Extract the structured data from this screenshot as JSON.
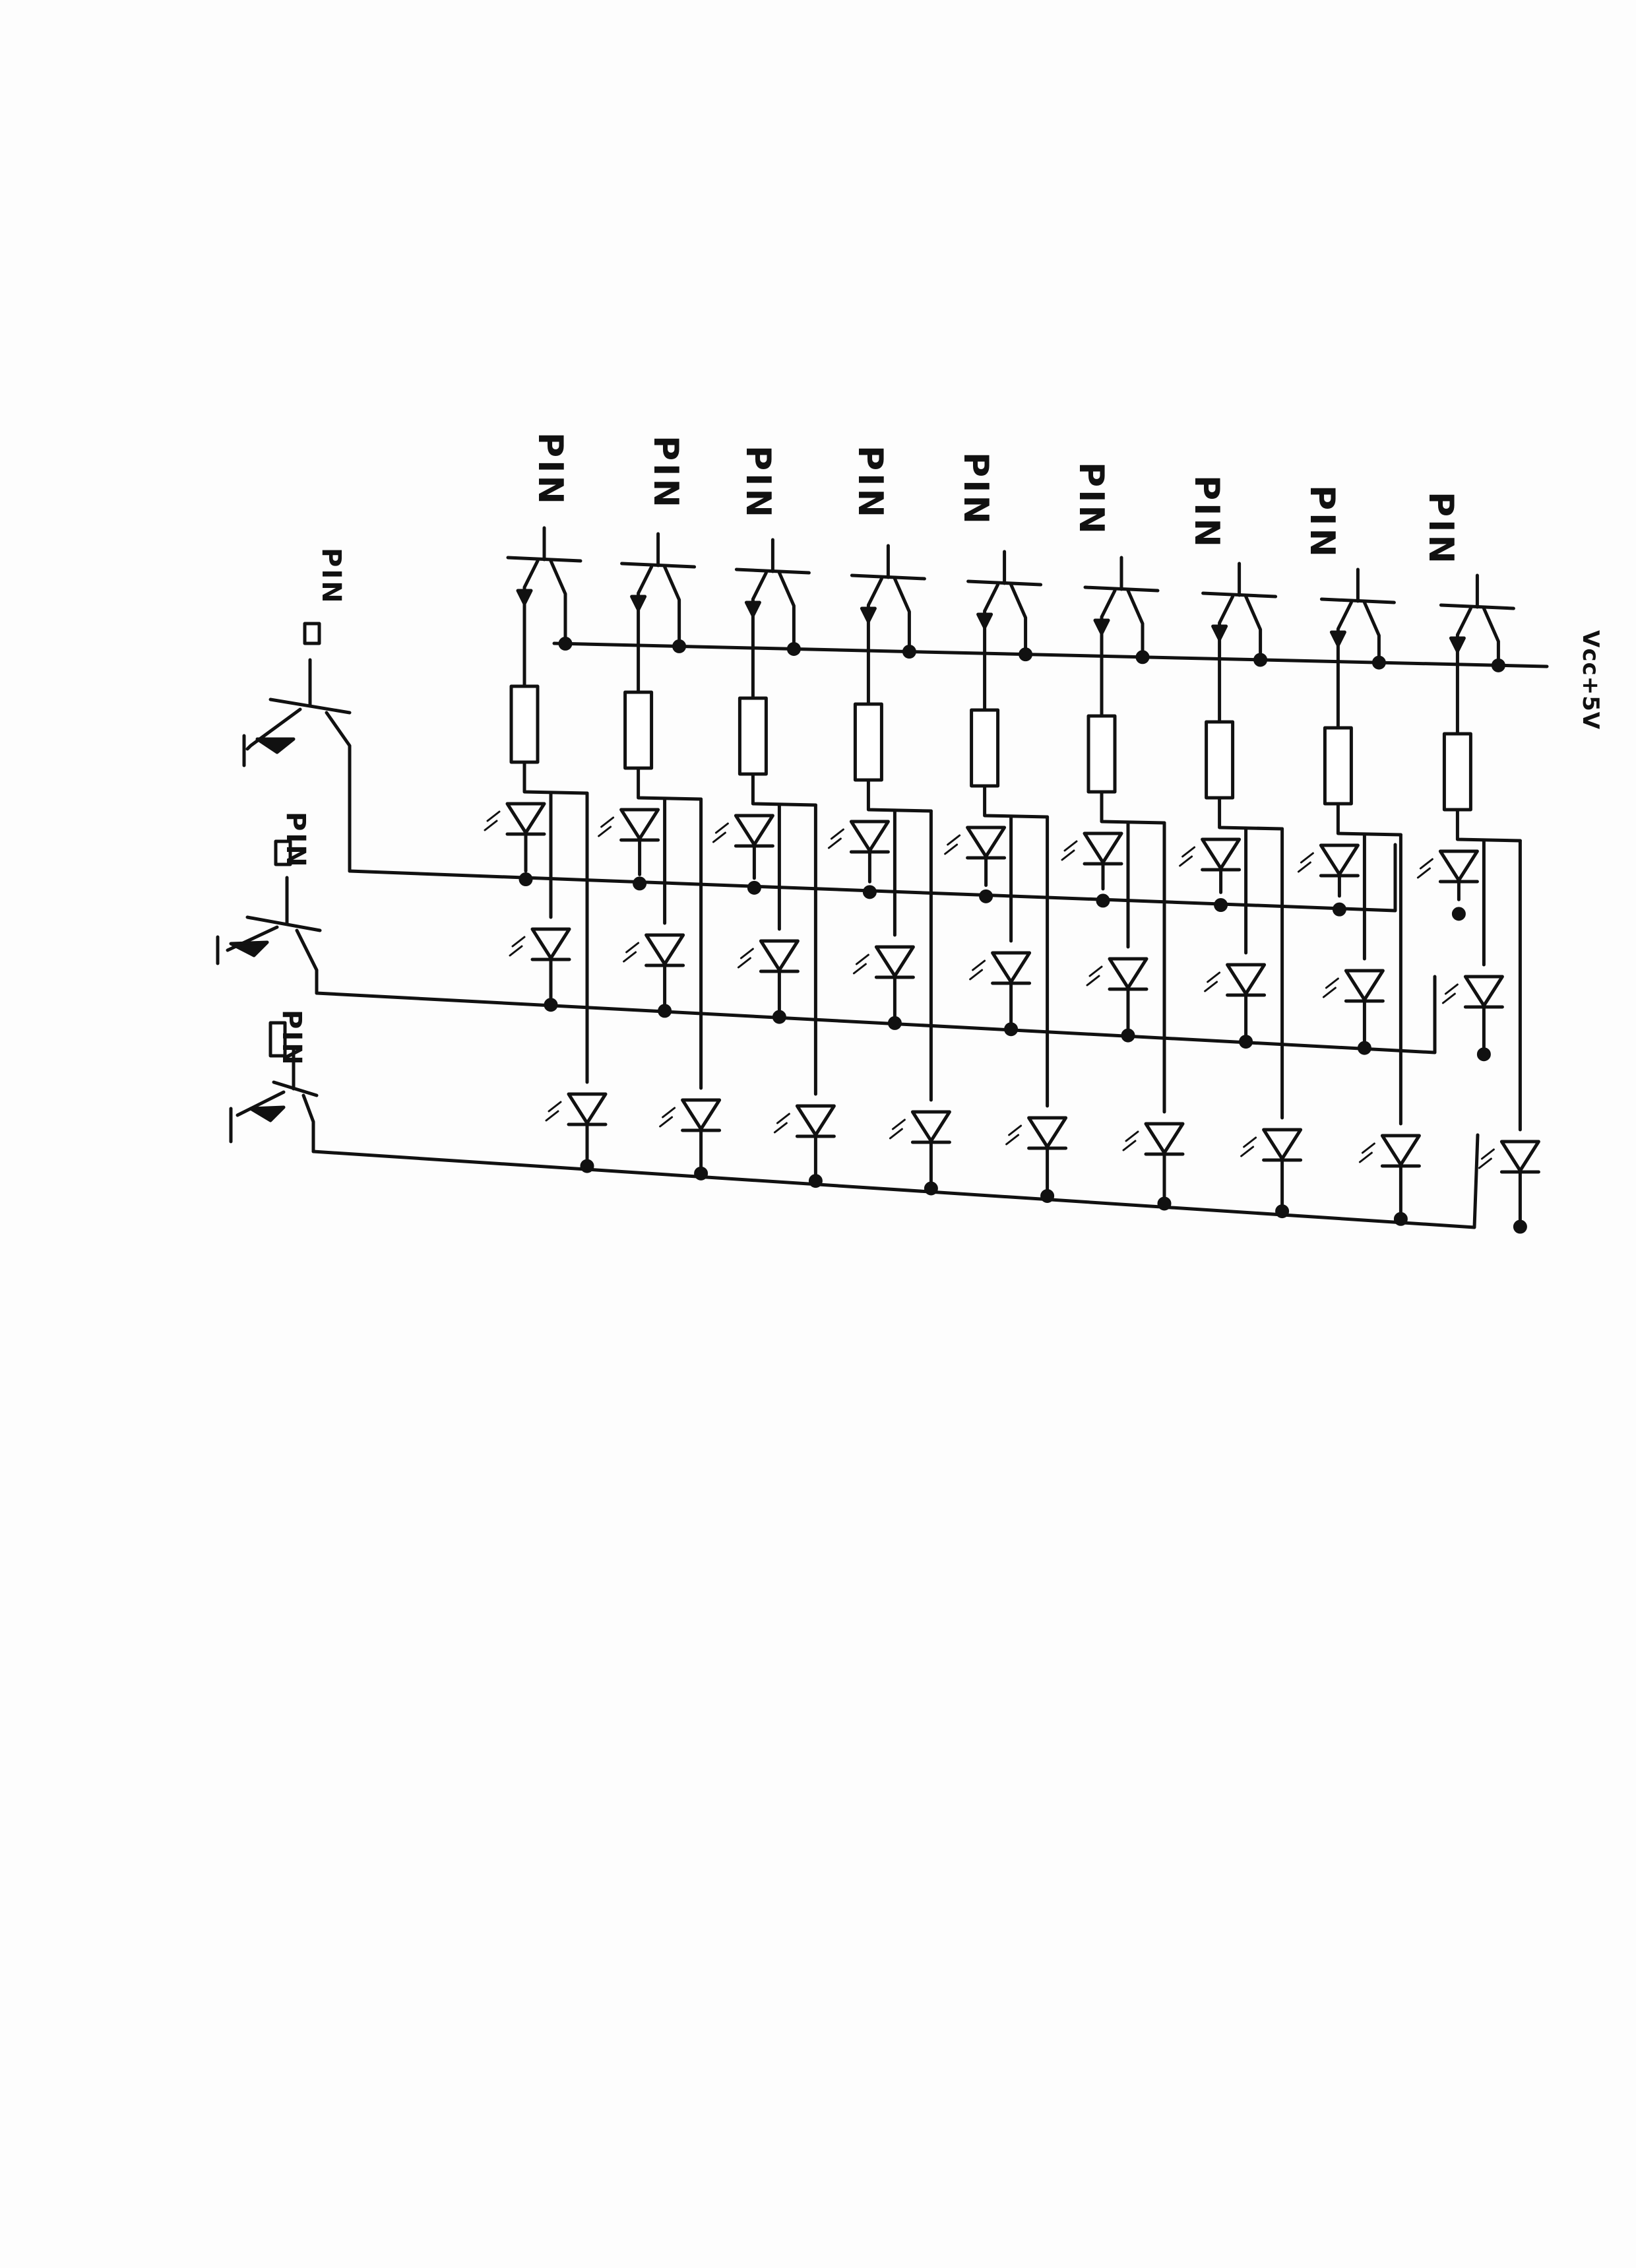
{
  "diagram": {
    "column_pin_labels": [
      "PIN",
      "PIN",
      "PIN",
      "PIN",
      "PIN",
      "PIN",
      "PIN",
      "PIN",
      "PIN"
    ],
    "row_pin_labels": [
      "PIN",
      "PIN",
      "PIN"
    ],
    "supply_label": "Vcc+5V",
    "columns": 9,
    "led_rows": 3,
    "colors": {
      "ink": "#111111",
      "paper": "#fdfdfd"
    }
  }
}
